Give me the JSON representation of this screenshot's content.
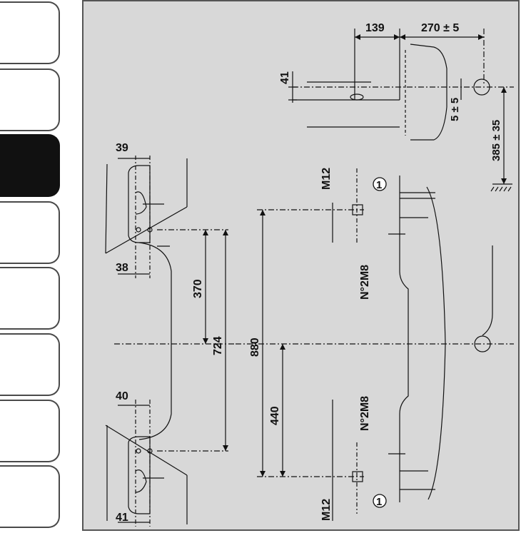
{
  "tabs": [
    {
      "active": false
    },
    {
      "active": false
    },
    {
      "active": true
    },
    {
      "active": false
    },
    {
      "active": false
    },
    {
      "active": false
    },
    {
      "active": false
    },
    {
      "active": false
    }
  ],
  "drawing": {
    "dim_139": "139",
    "dim_270": "270 ± 5",
    "dim_41_top": "41",
    "dim_5": "5 ± 5",
    "dim_385": "385 ± 35",
    "dim_39": "39",
    "dim_38": "38",
    "dim_370": "370",
    "dim_724": "724",
    "dim_40": "40",
    "dim_41_bottom": "41",
    "dim_880": "880",
    "dim_440": "440",
    "label_m12_top": "M12",
    "label_m12_bottom": "M12",
    "label_n2m8_top": "N°2M8",
    "label_n2m8_bottom": "N°2M8",
    "marker_1_top": "1",
    "marker_1_bottom": "1"
  }
}
